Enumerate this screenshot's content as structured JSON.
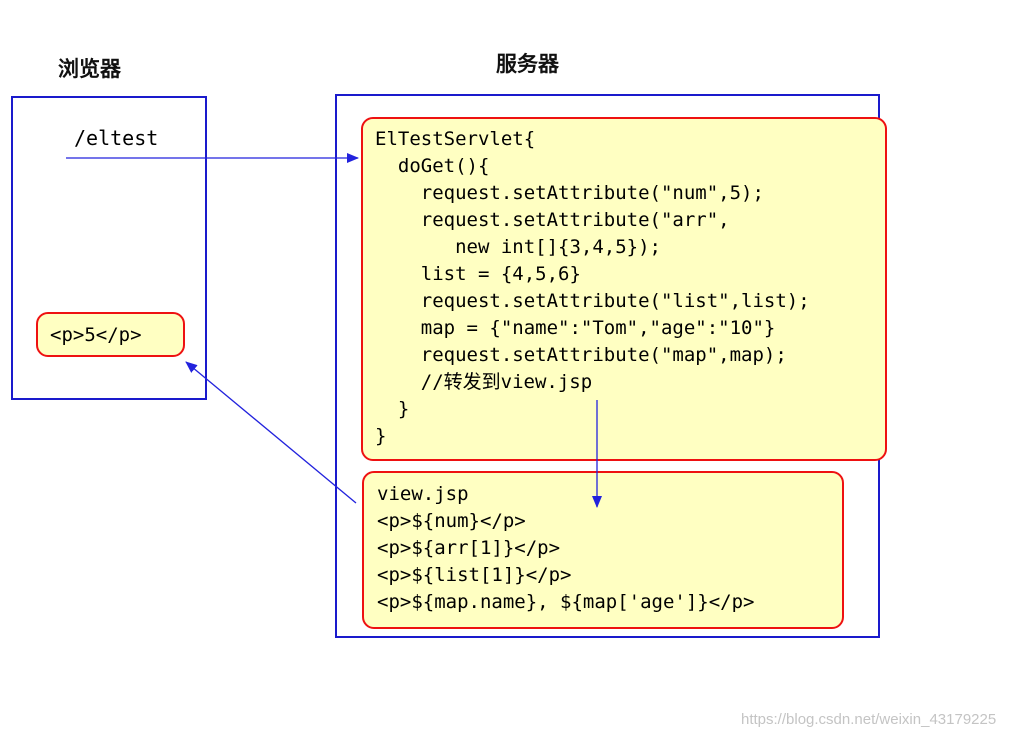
{
  "browser": {
    "title": "浏览器",
    "request_path": "/eltest",
    "result": "<p>5</p>"
  },
  "server": {
    "title": "服务器",
    "servlet_lines": [
      "ElTestServlet{",
      "  doGet(){",
      "    request.setAttribute(\"num\",5);",
      "    request.setAttribute(\"arr\",",
      "       new int[]{3,4,5});",
      "    list = {4,5,6}",
      "    request.setAttribute(\"list\",list);",
      "    map = {\"name\":\"Tom\",\"age\":\"10\"}",
      "    request.setAttribute(\"map\",map);",
      "    //转发到view.jsp",
      "  }",
      "}"
    ],
    "view_lines": [
      "view.jsp",
      "<p>${num}</p>",
      "<p>${arr[1]}</p>",
      "<p>${list[1]}</p>",
      "<p>${map.name}, ${map['age']}</p>"
    ]
  },
  "watermark": "https://blog.csdn.net/weixin_43179225",
  "colors": {
    "frame": "#1a1acc",
    "box_border": "#ee1111",
    "box_fill": "#ffffc2",
    "arrow": "#2222dd"
  }
}
